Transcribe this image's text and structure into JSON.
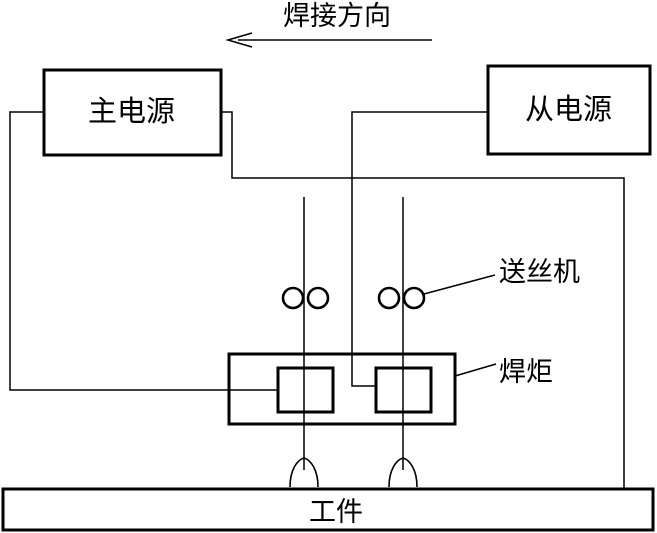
{
  "labels": {
    "welding_direction": "焊接方向",
    "main_power": "主电源",
    "slave_power": "从电源",
    "wire_feeder": "送丝机",
    "torch": "焊炬",
    "workpiece": "工件"
  },
  "colors": {
    "stroke": "#000000",
    "background": "#ffffff"
  }
}
